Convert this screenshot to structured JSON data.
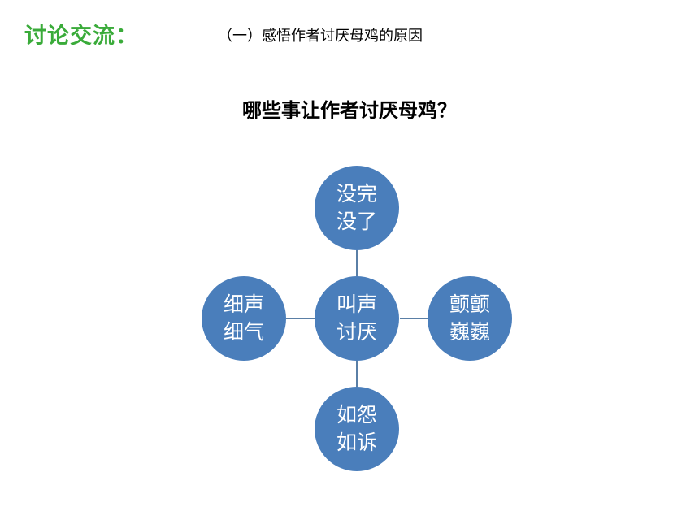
{
  "header": {
    "title": "讨论交流：",
    "subtitle": "（一）感悟作者讨厌母鸡的原因"
  },
  "question": "哪些事让作者讨厌母鸡？",
  "diagram": {
    "center": {
      "line1": "叫声",
      "line2": "讨厌"
    },
    "top": {
      "line1": "没完",
      "line2": "没了"
    },
    "left": {
      "line1": "细声",
      "line2": "细气"
    },
    "right": {
      "line1": "颤颤",
      "line2": "巍巍"
    },
    "bottom": {
      "line1": "如怨",
      "line2": "如诉"
    },
    "colors": {
      "node": "#4a7ebb",
      "connector": "#5a7fa6",
      "heading": "#3aab3a"
    }
  }
}
